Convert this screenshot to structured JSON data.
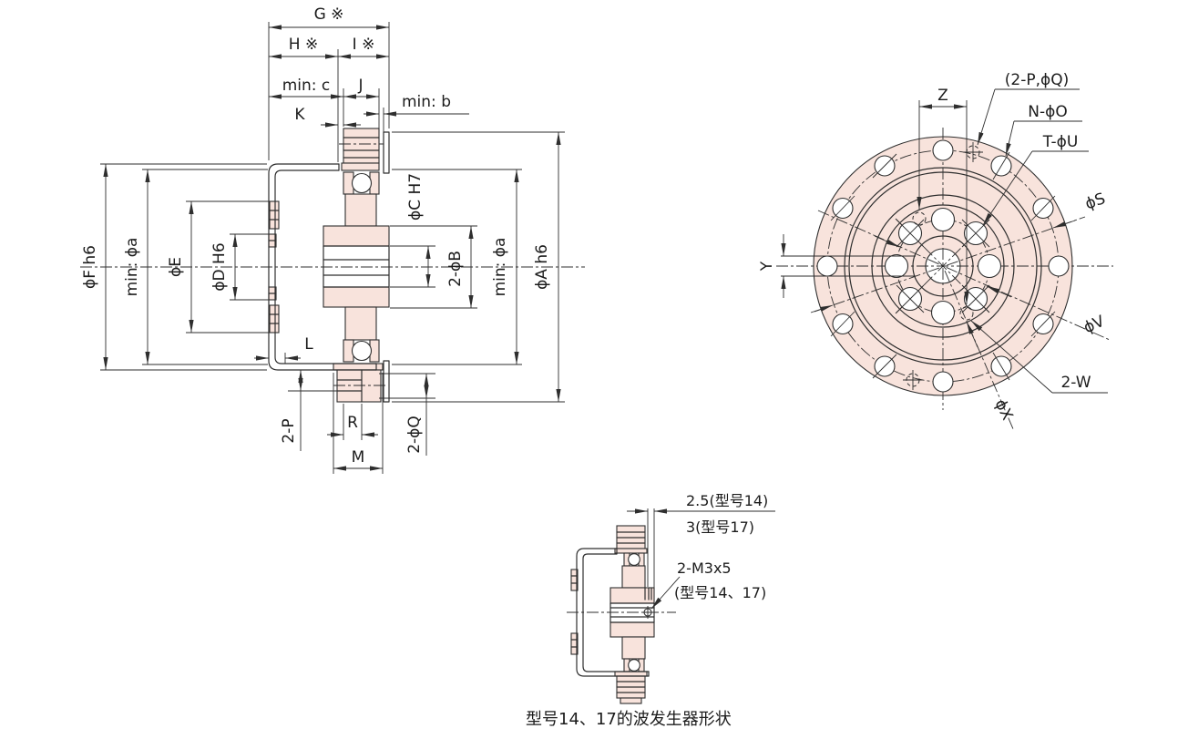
{
  "colors": {
    "part_fill": "#f8e3dc",
    "line": "#2e2e2e",
    "text": "#1c1c1c",
    "background": "#ffffff"
  },
  "section_view": {
    "labels": {
      "G": "G ※",
      "H": "H ※",
      "I": "I ※",
      "min_c": "min: c",
      "J": "J",
      "K": "K",
      "min_b": "min: b",
      "F": "ϕF h6",
      "min_a_left": "min: ϕa",
      "E": "ϕE",
      "D": "ϕD H6",
      "C": "ϕC H7",
      "B": "2-ϕB",
      "min_a_right": "min: ϕa",
      "A": "ϕA h6",
      "L": "L",
      "P": "2-P",
      "R": "R",
      "M": "M",
      "Q": "2-ϕQ"
    }
  },
  "front_view": {
    "labels": {
      "Z": "Z",
      "PQ": "(2-P,ϕQ)",
      "N": "N-ϕO",
      "T": "T-ϕU",
      "S": "ϕS",
      "Y": "Y",
      "V": "ϕV",
      "W": "2-W",
      "X": "ϕX"
    }
  },
  "wave_generator_view": {
    "labels": {
      "dim14": "2.5(型号14)",
      "dim17": "3(型号17)",
      "screw": "2-M3x5",
      "screw_models": "(型号14、17)"
    },
    "caption": "型号14、17的波发生器形状"
  }
}
